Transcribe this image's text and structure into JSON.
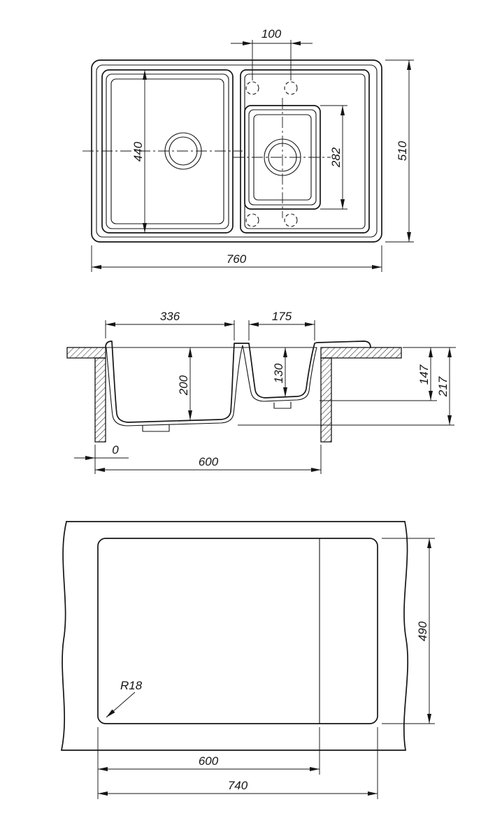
{
  "top_view": {
    "hole_spacing": "100",
    "bowl_length": "440",
    "half_bowl_length": "282",
    "depth": "510",
    "width": "760"
  },
  "section": {
    "bowl_width": "336",
    "half_bowl_width": "175",
    "bowl_depth": "200",
    "half_bowl_depth": "130",
    "rim_to_half_bowl_bottom": "147",
    "total_height": "217",
    "zero": "0",
    "span": "600"
  },
  "cutout": {
    "depth": "490",
    "corner_radius": "R18",
    "span": "600",
    "width": "740"
  }
}
